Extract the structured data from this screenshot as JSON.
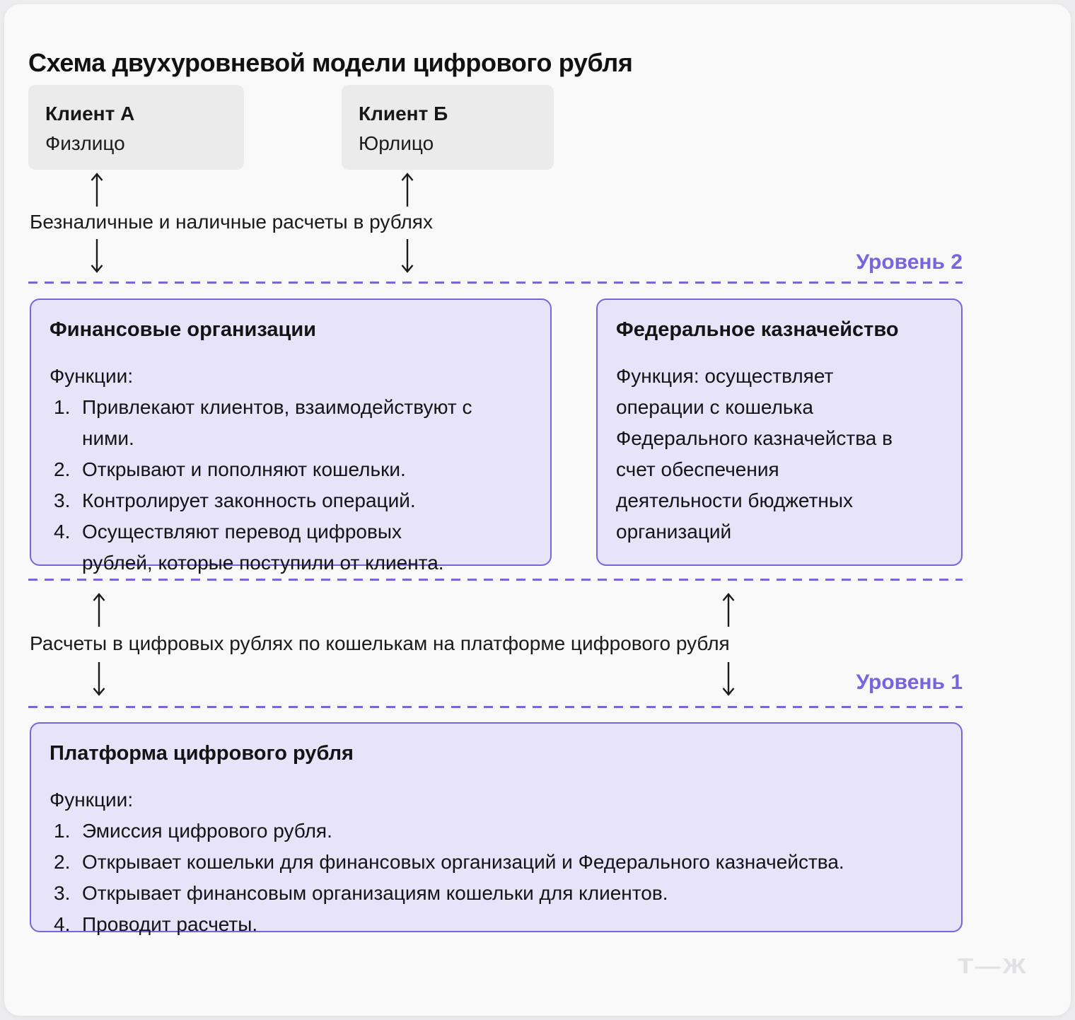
{
  "title": "Схема двухуровневой модели цифрового рубля",
  "clients": [
    {
      "name": "Клиент А",
      "type": "Физлицо"
    },
    {
      "name": "Клиент Б",
      "type": "Юрлицо"
    }
  ],
  "flows": [
    {
      "label": "Безналичные и наличные расчеты в рублях"
    },
    {
      "label": "Расчеты в цифровых рублях по кошелькам на платформе цифрового рубля"
    }
  ],
  "levels": [
    {
      "label": "Уровень 2"
    },
    {
      "label": "Уровень 1"
    }
  ],
  "panels": {
    "financial": {
      "title": "Финансовые организации",
      "intro": "Функции:",
      "items": [
        "Привлекают клиентов, взаимодействуют с ними.",
        "Открывают и пополняют кошельки.",
        "Контролирует законность операций.",
        "Осуществляют перевод цифровых рублей, которые поступили от клиента."
      ]
    },
    "treasury": {
      "title": "Федеральное казначейство",
      "body": "Функция: осуществляет операции с кошелька Федерального казначейства в счет обеспечения деятельности бюджетных организаций"
    },
    "platform": {
      "title": "Платформа цифрового рубля",
      "intro": "Функции:",
      "items": [
        "Эмиссия цифрового рубля.",
        "Открывает кошельки для финансовых организаций и Федерального казначейства.",
        "Открывает финансовым организациям кошельки для клиентов.",
        "Проводит расчеты."
      ]
    }
  },
  "logo": "Т—Ж",
  "colors": {
    "accent": "#7C63DB",
    "panel_fill": "#E7E3F8",
    "level_label": "#7765E0",
    "divider": "#7668DC",
    "client_box": "#EBEBEB",
    "card_bg": "#F9F9F9",
    "text": "#17171A",
    "logo_gray": "#E1E1E4",
    "arrow": "#1A1A1D"
  }
}
